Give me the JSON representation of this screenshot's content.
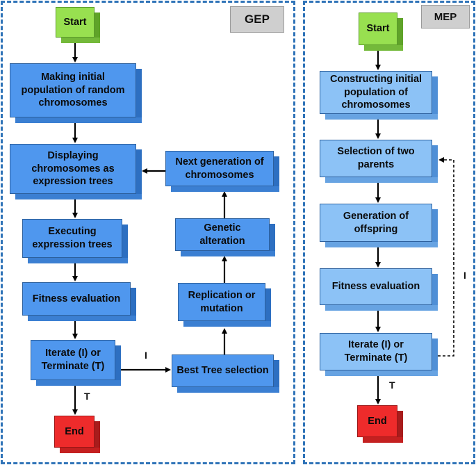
{
  "gep": {
    "tag": "GEP",
    "start": "Start",
    "init": "Making initial population of random chromosomes",
    "display": "Displaying chromosomes as expression trees",
    "execute": "Executing expression trees",
    "fitness": "Fitness evaluation",
    "iterate": "Iterate (I) or Terminate (T)",
    "end": "End",
    "best_tree": "Best Tree selection",
    "replication": "Replication or mutation",
    "alteration": "Genetic alteration",
    "next_gen": "Next generation of chromosomes",
    "label_i": "I",
    "label_t": "T"
  },
  "mep": {
    "tag": "MEP",
    "start": "Start",
    "construct": "Constructing initial population of chromosomes",
    "selection": "Selection of two parents",
    "offspring": "Generation of offspring",
    "fitness": "Fitness evaluation",
    "iterate": "Iterate (I) or Terminate (T)",
    "end": "End",
    "label_i": "I",
    "label_t": "T"
  },
  "colors": {
    "panel_border": "#2f73b8",
    "gep_box": "#4f97ee",
    "mep_box": "#8cc2f6",
    "start": "#98e050",
    "end": "#ee2b2b",
    "tag_bg": "#cfcfcf"
  }
}
